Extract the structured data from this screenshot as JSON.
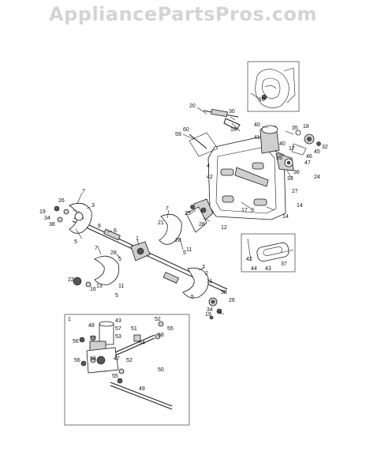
{
  "watermark": "AppliancePartsPros.com",
  "labels": {
    "l10a": "10",
    "l20": "20",
    "l30": "30",
    "l10b": "10",
    "l59": "59",
    "l60": "60",
    "l40a": "40",
    "l41": "41",
    "l35": "35",
    "l18a": "18",
    "l32": "32",
    "l45": "45",
    "l46": "46",
    "l47": "47",
    "l17a": "17",
    "l40b": "40",
    "l39": "39",
    "l36": "36",
    "l24": "24",
    "l33": "33",
    "l42a": "42",
    "l4": "4",
    "l27": "27",
    "l14a": "14",
    "l17b": "17",
    "l9": "9",
    "l14b": "14",
    "l23": "23",
    "l28a": "28",
    "l12": "12",
    "l26a": "26",
    "l19a": "19",
    "l7a": "7",
    "l3": "3",
    "l34a": "34",
    "l38a": "38",
    "l8": "8",
    "l6": "6",
    "l5a": "5",
    "l7b": "7",
    "l21": "21",
    "l28b": "28",
    "l5b": "5",
    "l1a": "1",
    "l7c": "7",
    "l28c": "28",
    "l11a": "11",
    "l5c": "5",
    "l22": "22",
    "l16": "16",
    "l13": "13",
    "l11b": "11",
    "l5d": "5",
    "l7d": "7",
    "l2": "2",
    "l11c": "11",
    "l5e": "5",
    "l38b": "38",
    "l26b": "26",
    "l34b": "34",
    "l19b": "19",
    "l42b": "42",
    "l44": "44",
    "l43a": "43",
    "l37": "37",
    "l1b": "1",
    "l48": "48",
    "l43b": "43",
    "l57": "57",
    "l51": "51",
    "l52a": "52",
    "l55a": "55",
    "l53": "53",
    "l54": "54",
    "l58a": "58",
    "l56a": "56",
    "l58b": "58",
    "l58c": "58",
    "l47b": "47",
    "l56b": "56",
    "l52b": "52",
    "l50": "50",
    "l55b": "55",
    "l49": "49"
  }
}
